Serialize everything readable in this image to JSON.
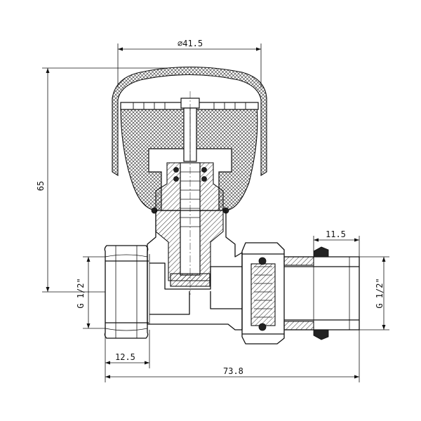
{
  "dimensions": {
    "head_diameter": "⌀41.5",
    "total_height": "65",
    "union_length": "11.5",
    "inlet_thread": "G 1/2\"",
    "outlet_thread": "G 1/2\"",
    "inlet_length": "12.5",
    "total_length": "73.8"
  }
}
